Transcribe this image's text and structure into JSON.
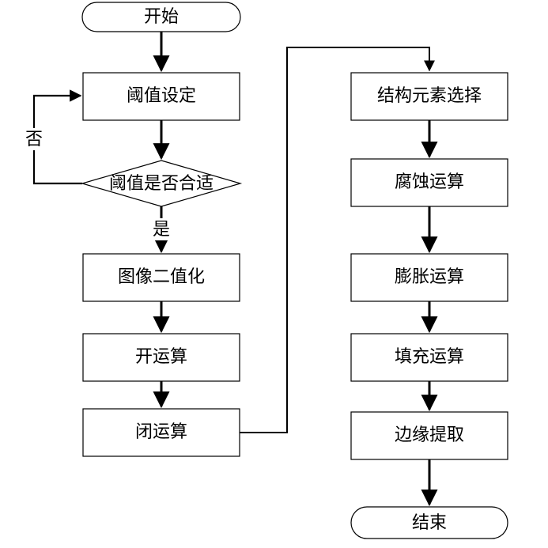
{
  "flowchart": {
    "start": "开始",
    "threshold_set": "阈值设定",
    "threshold_check": "阈值是否合适",
    "label_no": "否",
    "label_yes": "是",
    "binarize": "图像二值化",
    "open_op": "开运算",
    "close_op": "闭运算",
    "struct_select": "结构元素选择",
    "erosion": "腐蚀运算",
    "dilation": "膨胀运算",
    "fill": "填充运算",
    "edge_extract": "边缘提取",
    "end": "结束"
  }
}
